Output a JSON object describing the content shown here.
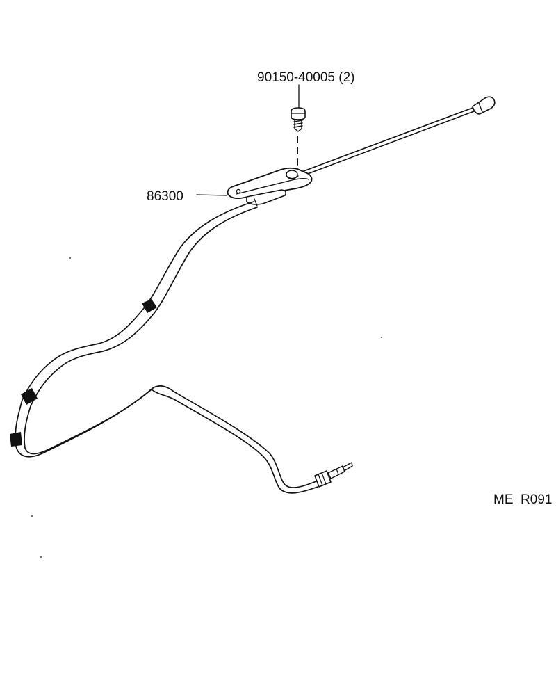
{
  "parts": {
    "screw": {
      "part_number": "90150-40005 (2)",
      "icon": "screw-icon"
    },
    "antenna": {
      "part_number": "86300",
      "icon": "antenna-assembly-icon"
    }
  },
  "diagram_code": "ME  R091"
}
